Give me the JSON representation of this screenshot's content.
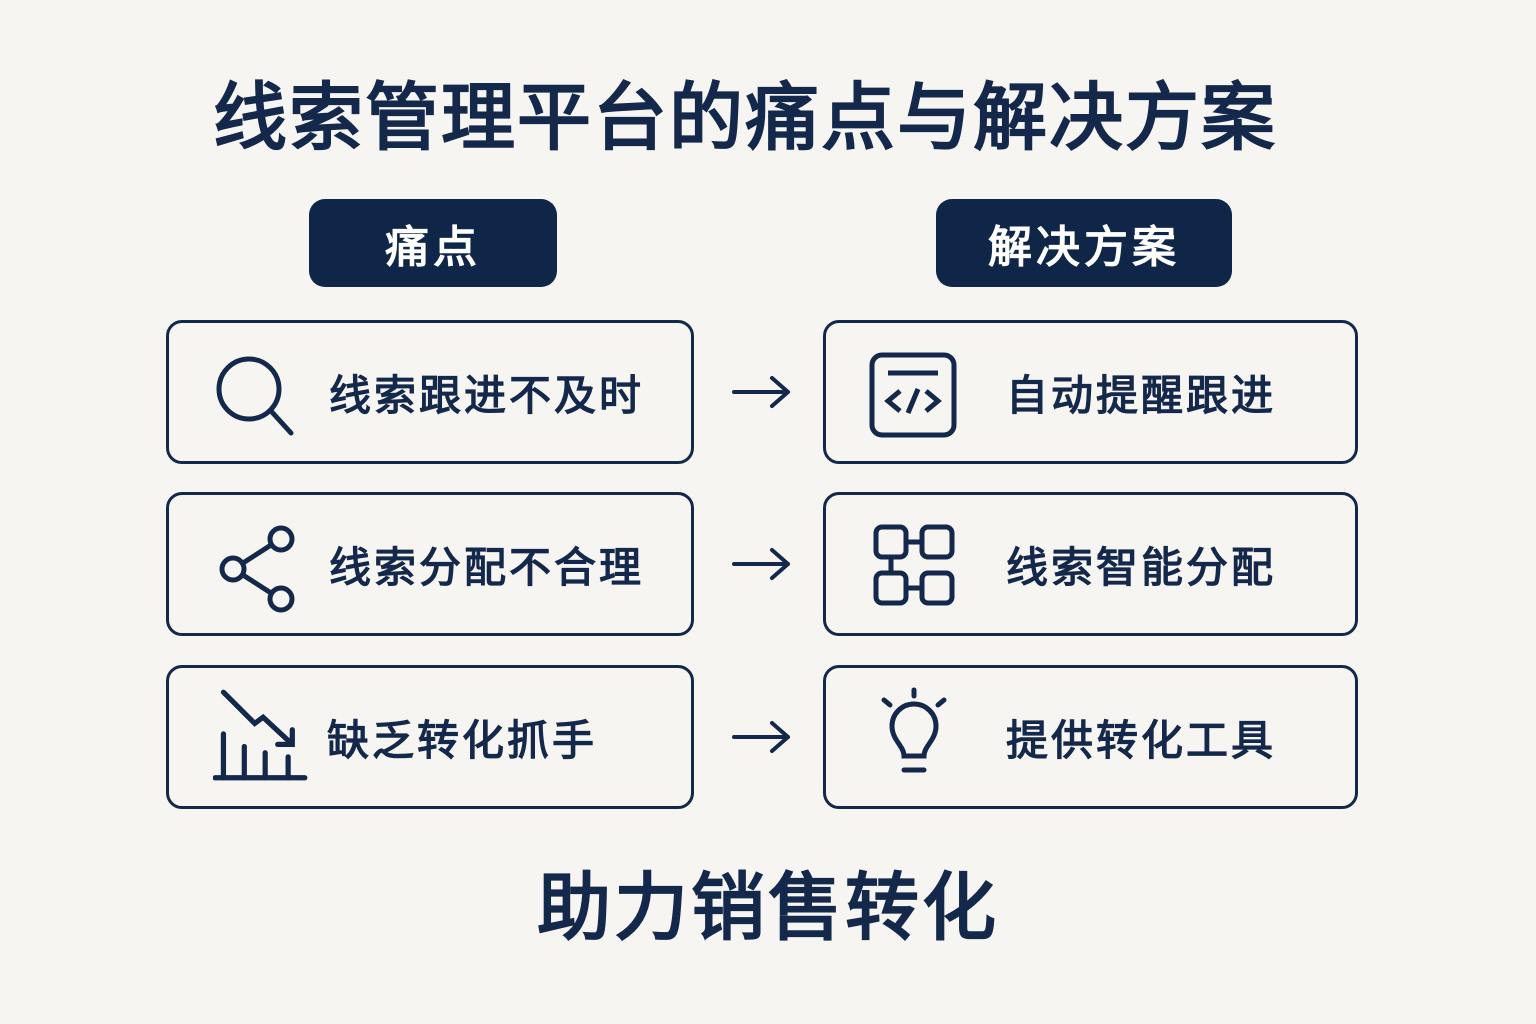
{
  "title": "线索管理平台的痛点与解决方案",
  "headers": {
    "pain": "痛点",
    "solution": "解决方案"
  },
  "rows": [
    {
      "pain": {
        "icon": "search-icon",
        "label": "线索跟进不及时"
      },
      "solution": {
        "icon": "code-window-icon",
        "label": "自动提醒跟进"
      }
    },
    {
      "pain": {
        "icon": "share-icon",
        "label": "线索分配不合理"
      },
      "solution": {
        "icon": "network-blocks-icon",
        "label": "线索智能分配"
      }
    },
    {
      "pain": {
        "icon": "declining-chart-icon",
        "label": "缺乏转化抓手"
      },
      "solution": {
        "icon": "lightbulb-icon",
        "label": "提供转化工具"
      }
    }
  ],
  "footer": "助力销售转化",
  "colors": {
    "navy": "#13284a",
    "background": "#f6f5f1"
  }
}
